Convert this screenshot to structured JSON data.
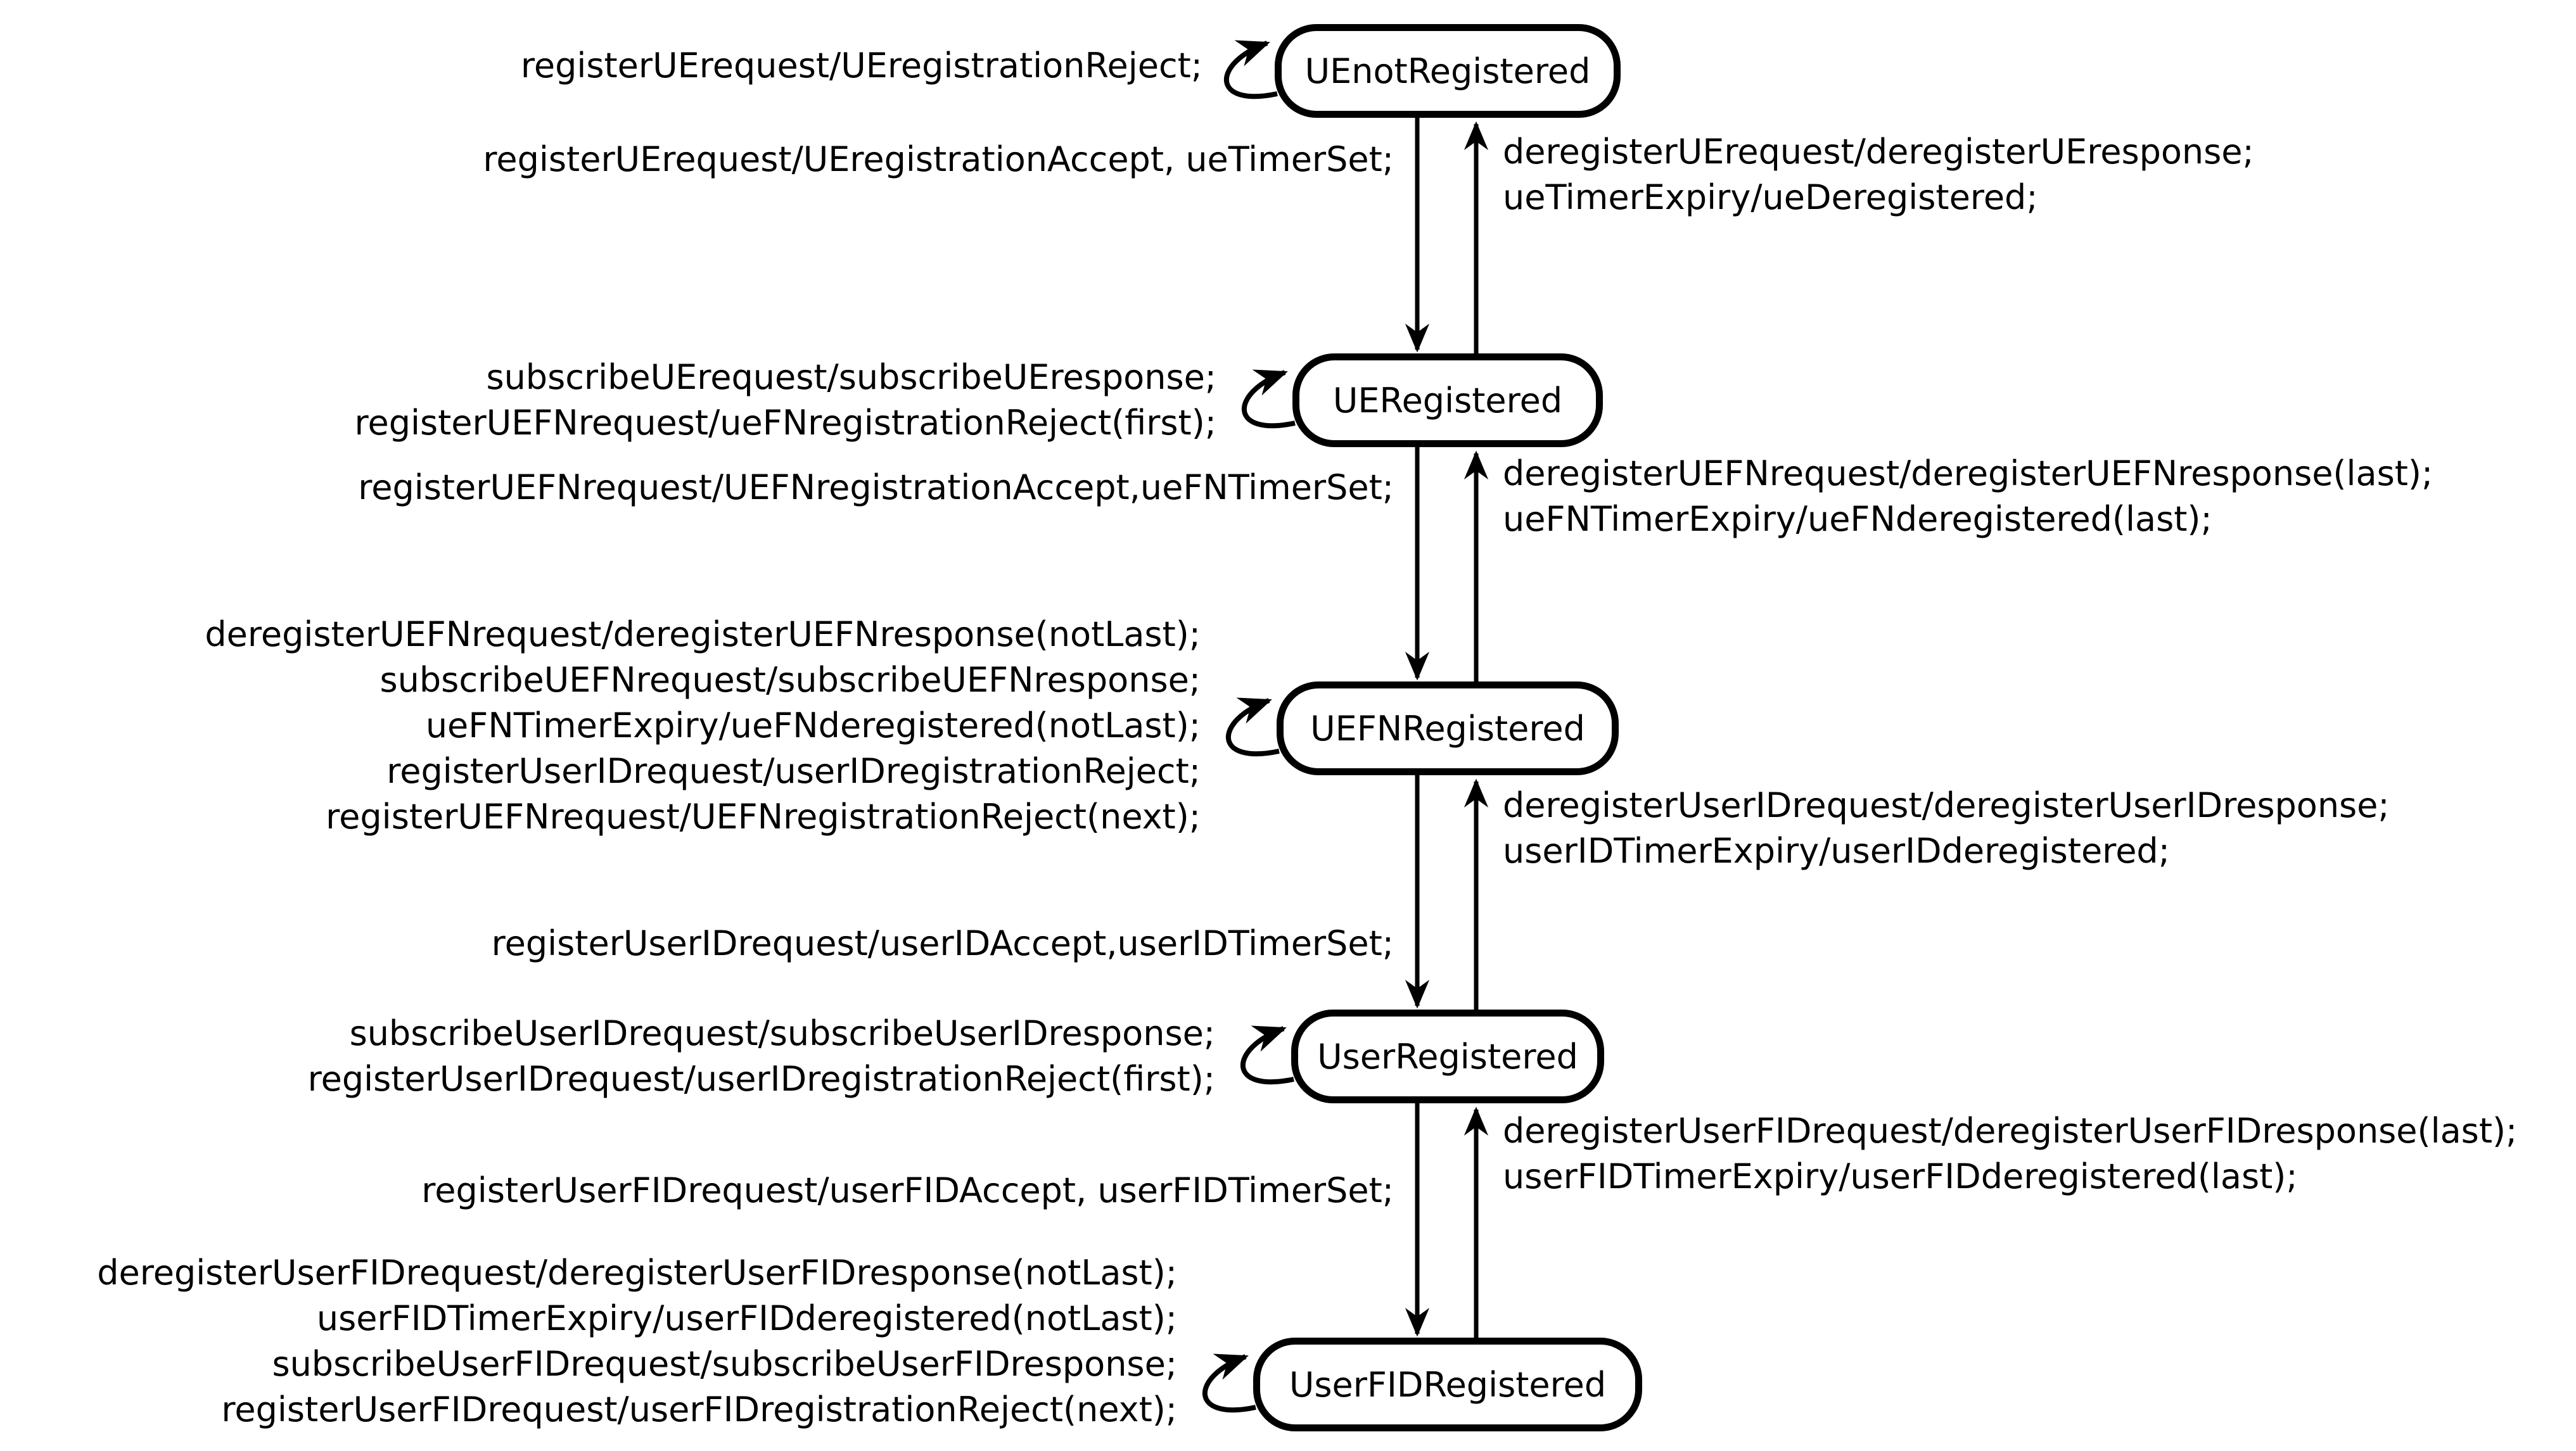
{
  "diagram": {
    "kind": "state-machine",
    "colors": {
      "stroke": "#000000",
      "background": "#ffffff"
    },
    "states": [
      {
        "name": "UEnotRegistered"
      },
      {
        "name": "UERegistered"
      },
      {
        "name": "UEFNRegistered"
      },
      {
        "name": "UserRegistered"
      },
      {
        "name": "UserFIDRegistered"
      }
    ],
    "self_loops": [
      {
        "state": "UEnotRegistered",
        "lines": [
          "registerUErequest/UEregistrationReject;"
        ]
      },
      {
        "state": "UERegistered",
        "lines": [
          "subscribeUErequest/subscribeUEresponse;",
          "registerUEFNrequest/ueFNregistrationReject(first);"
        ]
      },
      {
        "state": "UEFNRegistered",
        "lines": [
          "deregisterUEFNrequest/deregisterUEFNresponse(notLast);",
          "subscribeUEFNrequest/subscribeUEFNresponse;",
          "ueFNTimerExpiry/ueFNderegistered(notLast);",
          "registerUserIDrequest/userIDregistrationReject;",
          "registerUEFNrequest/UEFNregistrationReject(next);"
        ]
      },
      {
        "state": "UserRegistered",
        "lines": [
          "subscribeUserIDrequest/subscribeUserIDresponse;",
          "registerUserIDrequest/userIDregistrationReject(first);"
        ]
      },
      {
        "state": "UserFIDRegistered",
        "lines": [
          "deregisterUserFIDrequest/deregisterUserFIDresponse(notLast);",
          "userFIDTimerExpiry/userFIDderegistered(notLast);",
          "subscribeUserFIDrequest/subscribeUserFIDresponse;",
          "registerUserFIDrequest/userFIDregistrationReject(next);"
        ]
      }
    ],
    "transitions_down": [
      {
        "from": "UEnotRegistered",
        "to": "UERegistered",
        "label": "registerUErequest/UEregistrationAccept, ueTimerSet;"
      },
      {
        "from": "UERegistered",
        "to": "UEFNRegistered",
        "label": "registerUEFNrequest/UEFNregistrationAccept,ueFNTimerSet;"
      },
      {
        "from": "UEFNRegistered",
        "to": "UserRegistered",
        "label": "registerUserIDrequest/userIDAccept,userIDTimerSet;"
      },
      {
        "from": "UserRegistered",
        "to": "UserFIDRegistered",
        "label": "registerUserFIDrequest/userFIDAccept, userFIDTimerSet;"
      }
    ],
    "transitions_up": [
      {
        "from": "UERegistered",
        "to": "UEnotRegistered",
        "lines": [
          "deregisterUErequest/deregisterUEresponse;",
          "ueTimerExpiry/ueDeregistered;"
        ]
      },
      {
        "from": "UEFNRegistered",
        "to": "UERegistered",
        "lines": [
          "deregisterUEFNrequest/deregisterUEFNresponse(last);",
          "ueFNTimerExpiry/ueFNderegistered(last);"
        ]
      },
      {
        "from": "UserRegistered",
        "to": "UEFNRegistered",
        "lines": [
          "deregisterUserIDrequest/deregisterUserIDresponse;",
          "userIDTimerExpiry/userIDderegistered;"
        ]
      },
      {
        "from": "UserFIDRegistered",
        "to": "UserRegistered",
        "lines": [
          "deregisterUserFIDrequest/deregisterUserFIDresponse(last);",
          "userFIDTimerExpiry/userFIDderegistered(last);"
        ]
      }
    ]
  }
}
